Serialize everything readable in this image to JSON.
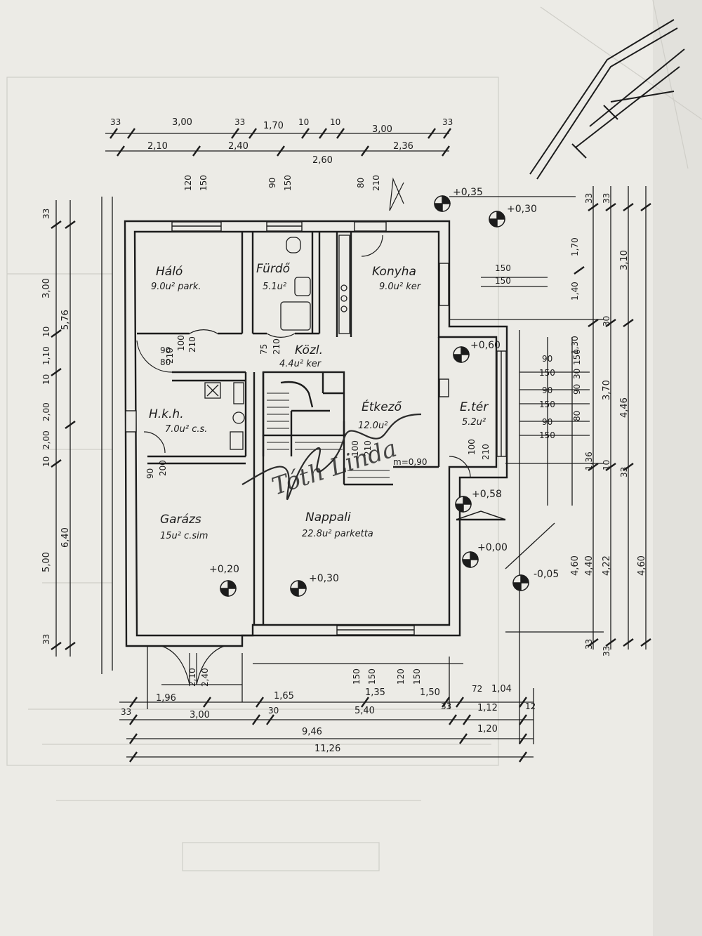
{
  "colors": {
    "paper": "#ecebe6",
    "ink": "#1c1c1c",
    "faint": "#c9c8c2"
  },
  "rooms": {
    "halo": {
      "name": "Háló",
      "area": "9.0u² park."
    },
    "furdo": {
      "name": "Fürdő",
      "area": "5.1u²"
    },
    "konyha": {
      "name": "Konyha",
      "area": "9.0u² ker"
    },
    "kozl": {
      "name": "Közl.",
      "area": "4.4u² ker"
    },
    "etkezo": {
      "name": "Étkező",
      "area": "12.0u²"
    },
    "eter": {
      "name": "E.tér",
      "area": "5.2u²"
    },
    "hkh": {
      "name": "H.k.h.",
      "area": "7.0u² c.s."
    },
    "garazs": {
      "name": "Garázs",
      "area": "15u² c.sim"
    },
    "nappali": {
      "name": "Nappali",
      "area": "22.8u² parketta"
    }
  },
  "levels": [
    "+0,35",
    "+0,30",
    "+0,60",
    "+0,58",
    "+0,00",
    "-0,05",
    "+0,20",
    "+0,30"
  ],
  "signature": "Tóth Linda",
  "note_m": "m=0,90",
  "dims_top_row1": [
    "33",
    "3,00",
    "33",
    "1,70",
    "10",
    "10",
    "3,00",
    "33"
  ],
  "dims_top_row2": [
    "2,10",
    "2,40",
    "2,60",
    "2,36"
  ],
  "dims_top_vert": [
    "120",
    "150",
    "90",
    "150",
    "80",
    "210"
  ],
  "dims_bottom_row0": [
    "2,10",
    "2,40",
    "1,65",
    "150",
    "150",
    "120",
    "150"
  ],
  "dims_bottom_row1": [
    "1,96",
    "1,35",
    "1,50",
    "72",
    "1,04"
  ],
  "dims_bottom_row2": [
    "33",
    "3,00",
    "30",
    "5,40",
    "33",
    "1,12",
    "12"
  ],
  "dims_bottom_row3": [
    "9,46",
    "1,20"
  ],
  "dims_bottom_total": "11,26",
  "dims_left": [
    "33",
    "3,00",
    "5,76",
    "2,00",
    "10",
    "1,10",
    "10",
    "2,00",
    "10",
    "5,00",
    "6,40",
    "33"
  ],
  "dims_right_outer": [
    "33",
    "33",
    "1,70",
    "3,10",
    "1,40",
    "1,30",
    "30",
    "3,70",
    "4,46",
    "1,36",
    "10",
    "33",
    "4,60",
    "4,40",
    "4,22",
    "4,60",
    "33",
    "33"
  ],
  "dims_window_right": [
    "150",
    "150",
    "90",
    "150",
    "90",
    "150",
    "90",
    "150",
    "90",
    "150",
    "80",
    "30",
    "100",
    "210"
  ],
  "dims_door_small": [
    "90",
    "100",
    "210",
    "75",
    "210",
    "90",
    "200",
    "100",
    "210",
    "80",
    "210"
  ]
}
